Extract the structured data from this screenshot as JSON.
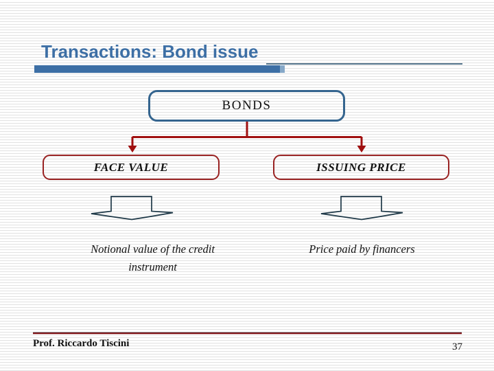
{
  "slide": {
    "title": "Transactions: Bond issue",
    "footer_author": "Prof. Riccardo Tiscini",
    "page_number": "37"
  },
  "diagram": {
    "root_label": "BONDS",
    "branches": [
      {
        "label": "FACE VALUE",
        "caption": "Notional value of the credit instrument"
      },
      {
        "label": "ISSUING PRICE",
        "caption": "Price paid by financers"
      }
    ]
  },
  "icons": {
    "left_arrow": "down-block-arrow",
    "right_arrow": "down-block-arrow",
    "connector": "branch-connector-with-arrowheads"
  },
  "colors": {
    "title_text": "#3d6fa5",
    "title_bar": "#3d6fa5",
    "title_thin_line": "#54748c",
    "root_box_border": "#34648e",
    "connector_red": "#a01010",
    "branch_box_border": "#992222",
    "block_arrow_outline": "#1e3847",
    "footer_rule_red": "#7d1417",
    "stripe_gray": "#e1e1e1"
  }
}
